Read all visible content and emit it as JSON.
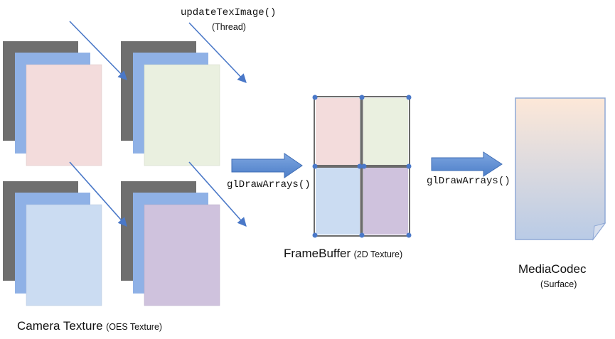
{
  "top_call": {
    "label": "updateTexImage()",
    "sublabel": "(Thread)"
  },
  "camera_texture": {
    "label": "Camera Texture",
    "sublabel": "(OES Texture)"
  },
  "draw_call_1": {
    "label": "glDrawArrays()"
  },
  "draw_call_2": {
    "label": "glDrawArrays()"
  },
  "framebuffer": {
    "label": "FrameBuffer",
    "sublabel": "(2D Texture)"
  },
  "mediacodec": {
    "label": "MediaCodec",
    "sublabel": "(Surface)"
  },
  "colors": {
    "stack_gray": "#6f6f6f",
    "stack_blue": "#8fb1e6",
    "pink": "#f3dcdc",
    "green": "#eaf0e0",
    "light_blue": "#cbdcf2",
    "purple": "#cfc2dd",
    "arrow_fill": "#5b8bd0",
    "frame_border": "#6b6b6b",
    "handle_blue": "#4a78c8",
    "surface_top": "#fde8d8",
    "surface_bottom": "#b9cbe6"
  }
}
